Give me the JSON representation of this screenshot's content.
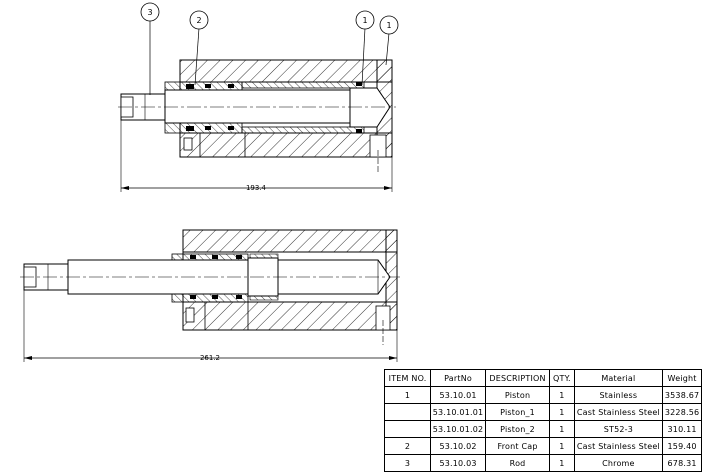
{
  "balloons": {
    "b1": "3",
    "b2": "2",
    "b3": "1",
    "b4": "1"
  },
  "dimensions": {
    "top_length": "193.4",
    "bottom_length": "261.2"
  },
  "bom": {
    "headers": [
      "ITEM NO.",
      "PartNo",
      "DESCRIPTION",
      "QTY.",
      "Material",
      "Weight"
    ],
    "rows": [
      {
        "item": "1",
        "part": "53.10.01",
        "desc": "Piston",
        "qty": "1",
        "material": "Stainless",
        "weight": "3538.67"
      },
      {
        "item": "",
        "part": "53.10.01.01",
        "desc": "Piston_1",
        "qty": "1",
        "material": "Cast Stainless Steel",
        "weight": "3228.56"
      },
      {
        "item": "",
        "part": "53.10.01.02",
        "desc": "Piston_2",
        "qty": "1",
        "material": "ST52-3",
        "weight": "310.11"
      },
      {
        "item": "2",
        "part": "53.10.02",
        "desc": "Front Cap",
        "qty": "1",
        "material": "Cast Stainless Steel",
        "weight": "159.40"
      },
      {
        "item": "3",
        "part": "53.10.03",
        "desc": "Rod",
        "qty": "1",
        "material": "Chrome",
        "weight": "678.31"
      }
    ]
  }
}
